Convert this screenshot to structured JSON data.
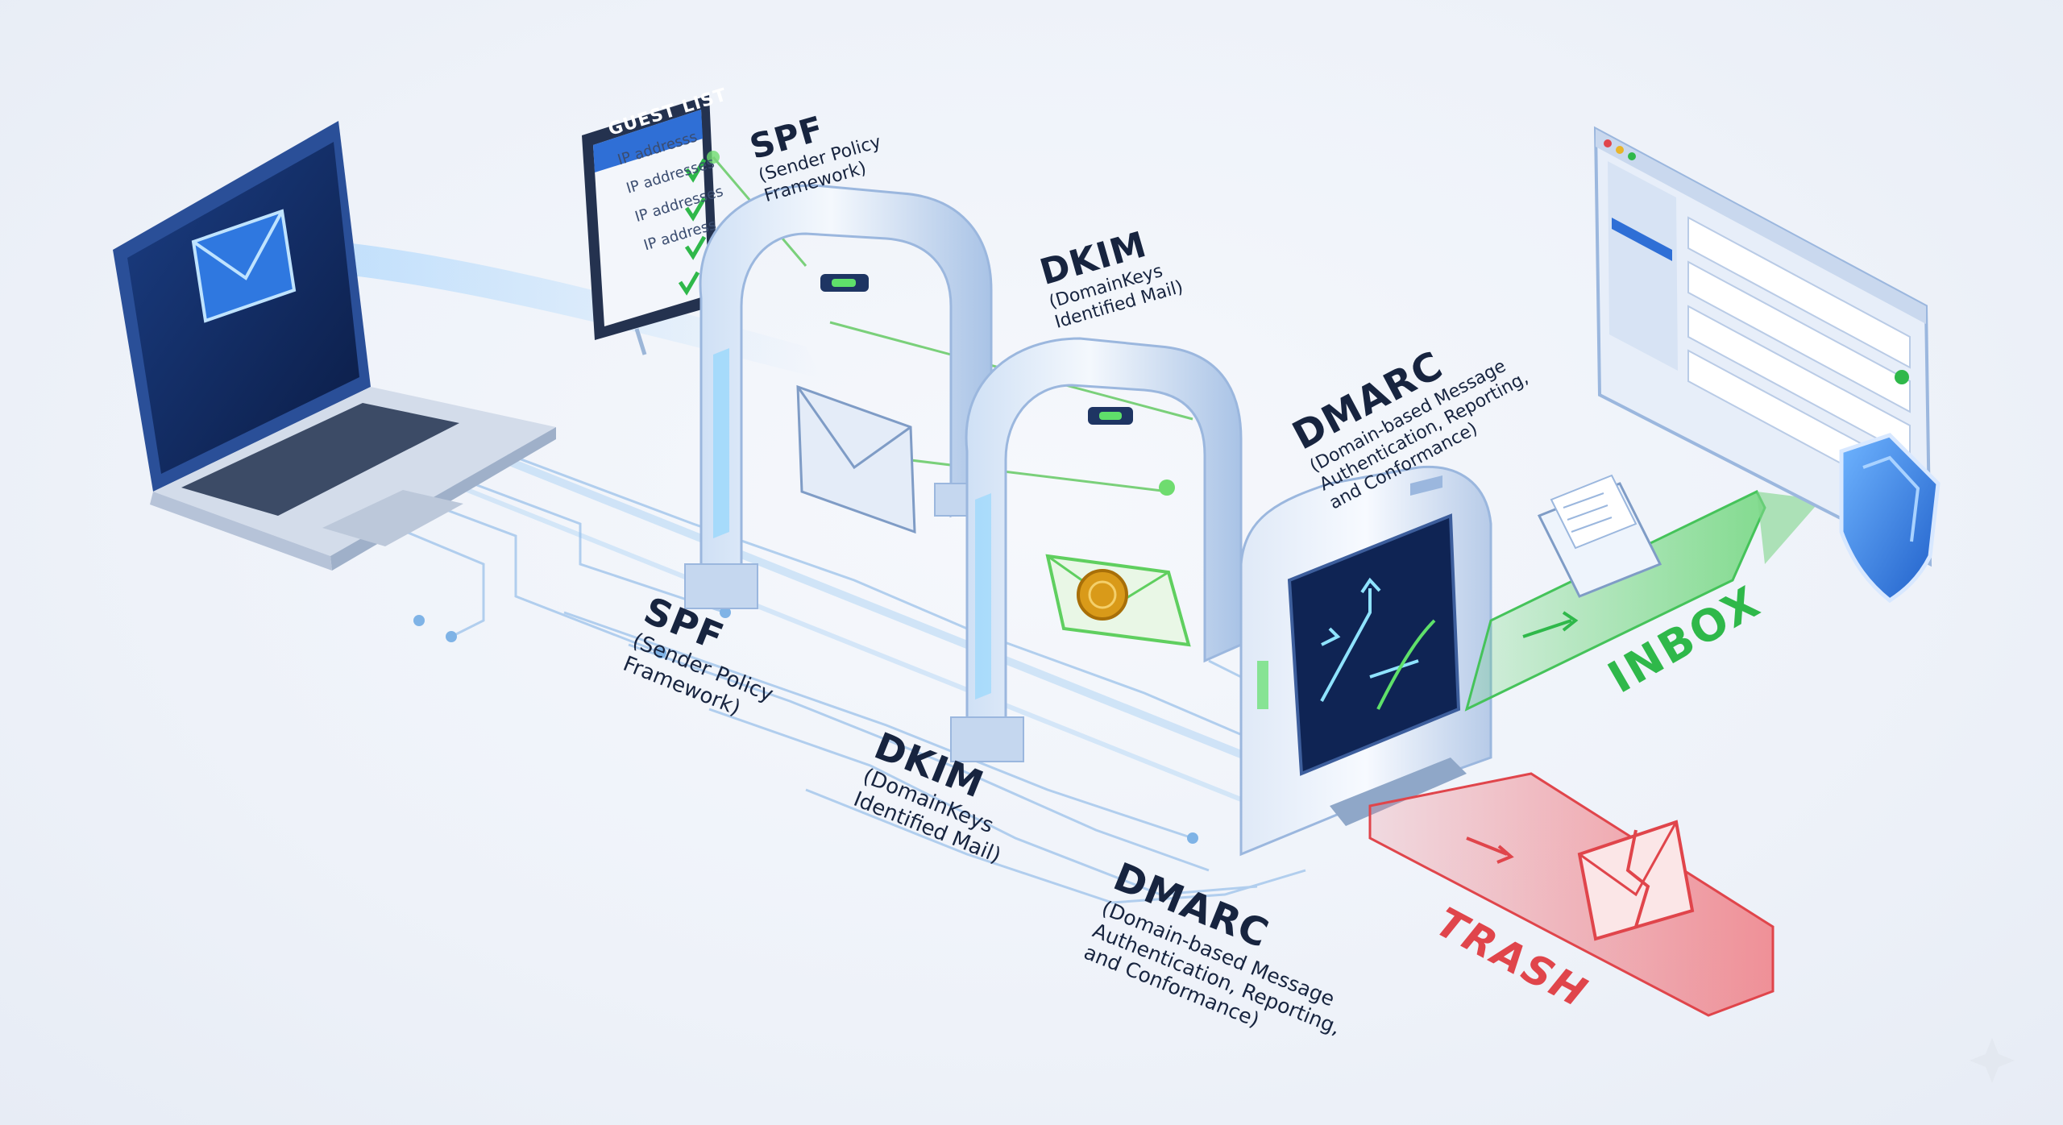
{
  "guest_list": {
    "title": "GUEST LIST",
    "rows": [
      "IP addresss",
      "IP addresses",
      "IP addresses",
      "IP address"
    ]
  },
  "gates": {
    "spf": {
      "title": "SPF",
      "subtitle_lines": [
        "(Sender Policy",
        "Framework)"
      ]
    },
    "dkim": {
      "title": "DKIM",
      "subtitle_lines": [
        "(DomainKeys",
        "Identified Mail)"
      ]
    },
    "dmarc": {
      "title": "DMARC",
      "subtitle_lines": [
        "(Domain-based Message",
        "Authentication, Reporting,",
        "and Conformance)"
      ]
    }
  },
  "routes": {
    "inbox": "INBOX",
    "trash": "TRASH"
  },
  "colors": {
    "accent": "#2f6fe0",
    "pass": "#2fb84a",
    "fail": "#e0454b",
    "text": "#17243f"
  },
  "icons": [
    "laptop-icon",
    "envelope-icon",
    "tablet-icon",
    "checkmark-icon",
    "wax-seal-icon",
    "router-icon",
    "browser-window-icon",
    "shield-icon",
    "broken-envelope-icon",
    "sparkle-icon"
  ]
}
